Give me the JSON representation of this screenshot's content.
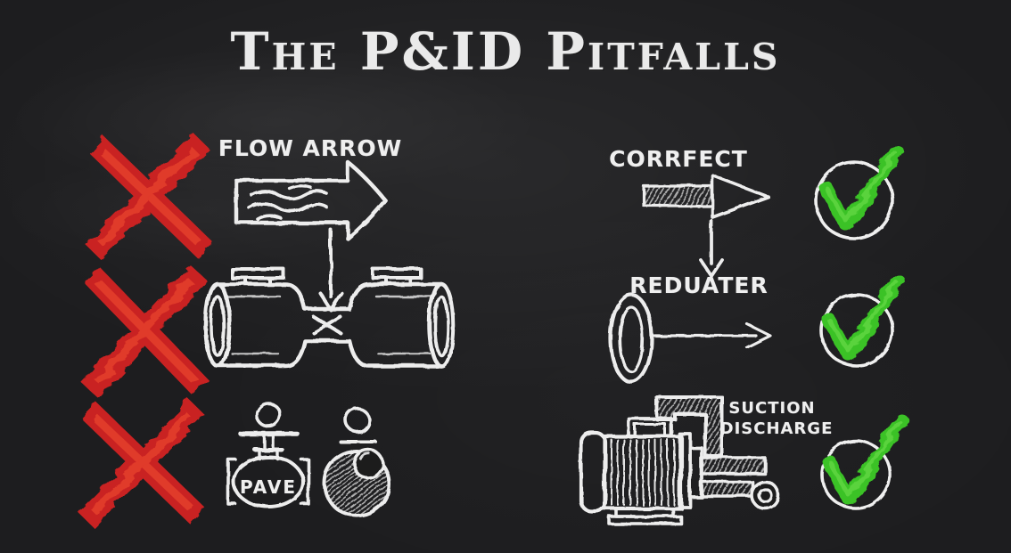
{
  "title": "The P&ID Pitfalls",
  "labels": {
    "flow_arrow": "FLOW ARROW",
    "corrfect": "CORRFECT",
    "reduater": "REDUATER",
    "suction": "SUCTION",
    "discharge": "DISCHARGE",
    "pave": "PAVE"
  },
  "marks": {
    "wrong_marks_count": 3,
    "correct_marks_count": 3
  },
  "colors": {
    "background": "#1d1d1f",
    "chalk_white": "#ededed",
    "error_red": "#c92121",
    "error_red_highlight": "#e03a2a",
    "check_green": "#3bc228",
    "check_green_highlight": "#5ad33c"
  },
  "icons": {
    "wrong": "x-brush-mark-icon",
    "correct": "check-circle-icon",
    "row1_left": "flow-arrow-icon",
    "row2_left": "pipe-valve-assembly-icon",
    "row3_left_a": "pave-valve-icon",
    "row3_left_b": "gauge-circle-icon",
    "row1_right": "hatched-arrow-icon",
    "row2_right": "reducer-icon",
    "row3_right": "pump-icon"
  }
}
